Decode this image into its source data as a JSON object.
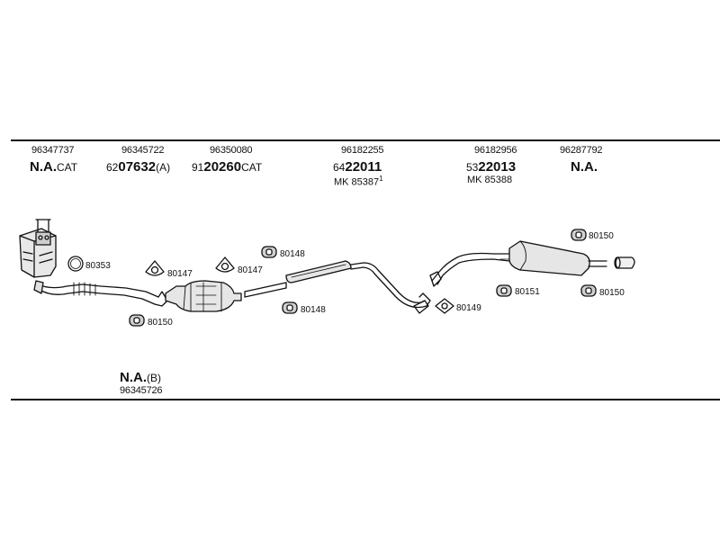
{
  "parts_top": [
    {
      "oe": "96347737",
      "main": "N.A.",
      "suffix": "CAT"
    },
    {
      "oe": "96345722",
      "prefix": "62",
      "main": "07632",
      "suffix": "(A)"
    },
    {
      "oe": "96350080",
      "prefix": "91",
      "main": "20260",
      "suffix": "CAT"
    },
    {
      "oe": "96182255",
      "prefix": "64",
      "main": "22011",
      "mk": "MK  85387",
      "mk_sup": "1"
    },
    {
      "oe": "96182956",
      "prefix": "53",
      "main": "22013",
      "mk": "MK  85388"
    },
    {
      "oe": "96287792",
      "main": "N.A."
    }
  ],
  "part_bottom": {
    "main": "N.A.",
    "suffix": "(B)",
    "oe": "96345726"
  },
  "codes": {
    "c80353": "80353",
    "c80147a": "80147",
    "c80147b": "80147",
    "c80148a": "80148",
    "c80148b": "80148",
    "c80150a": "80150",
    "c80150b": "80150",
    "c80150c": "80150",
    "c80149": "80149",
    "c80151": "80151"
  }
}
